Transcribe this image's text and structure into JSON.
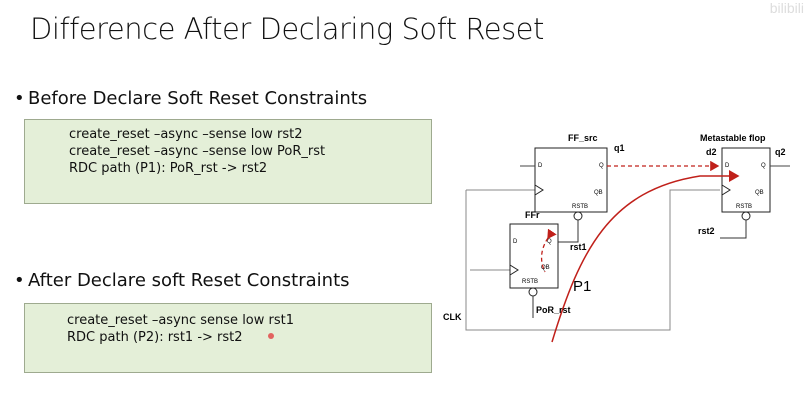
{
  "slide": {
    "title": "Difference After Declaring Soft Reset",
    "watermark": "bilibili"
  },
  "before": {
    "heading": "Before Declare Soft Reset Constraints",
    "lines": [
      "create_reset –async –sense low rst2",
      "create_reset –async –sense low PoR_rst",
      "",
      "RDC path (P1): PoR_rst -> rst2"
    ]
  },
  "after": {
    "heading": "After Declare soft Reset Constraints",
    "lines": [
      "create_reset –async sense low rst1",
      "",
      "RDC path (P2): rst1 -> rst2"
    ]
  },
  "diagram": {
    "ff_src_label": "FF_src",
    "ff_src_q_label": "q1",
    "meta_label": "Metastable flop",
    "meta_d_label": "d2",
    "meta_q_label": "q2",
    "ffr_label": "FFr",
    "rst1_label": "rst1",
    "rst2_label": "rst2",
    "por_label": "PoR_rst",
    "path_label": "P1",
    "clk_label": "CLK",
    "pin_d": "D",
    "pin_q": "Q",
    "pin_qb": "QB",
    "pin_rstb": "RSTB",
    "colors": {
      "path": "#c0201a",
      "wire": "#333333",
      "clock": "#888888"
    }
  }
}
